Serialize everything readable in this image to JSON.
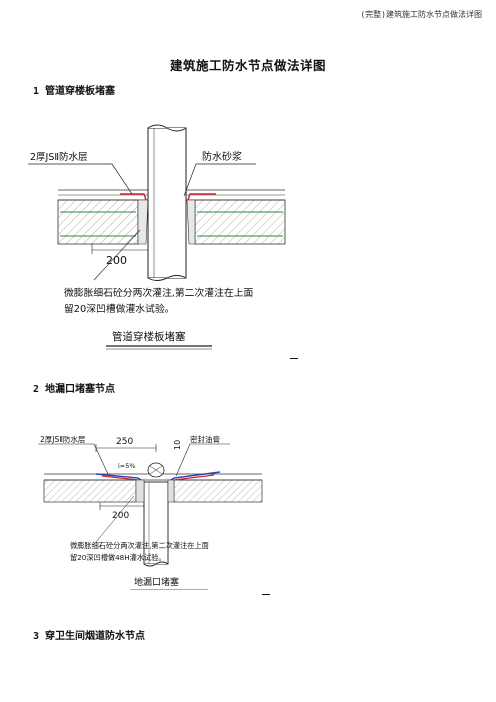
{
  "header": {
    "doc_name": "(完整)建筑施工防水节点做法详图"
  },
  "title": "建筑施工防水节点做法详图",
  "sections": [
    {
      "heading": "1 管道穿楼板堵塞",
      "figure": {
        "label_left": "2厚JSⅡ防水层",
        "label_right": "防水砂浆",
        "dimension": "200",
        "note_line1": "微膨胀细石砼分两次灌注,第二次灌注在上面",
        "note_line2": "留20深凹槽做灌水试验。",
        "caption": "管道穿楼板堵塞"
      }
    },
    {
      "heading": "2  地漏口堵塞节点",
      "figure": {
        "label_left": "2厚JSⅡ防水层",
        "dim_top": "250",
        "label_right": "密封油膏",
        "slope": "i=5%",
        "dim_vertical": "10",
        "dimension": "200",
        "note_line1": "微膨胀细石砼分两次灌注,第二次灌注在上面",
        "note_line2": "留20深凹槽做48H灌水试验。",
        "caption": "地漏口堵塞"
      }
    },
    {
      "heading": "3  穿卫生间烟道防水节点"
    }
  ],
  "colors": {
    "membrane_red": "#d4202a",
    "membrane_blue": "#2a3fb0",
    "green_line": "#2e8b3c",
    "hatch_gray": "#9a9a9a"
  }
}
